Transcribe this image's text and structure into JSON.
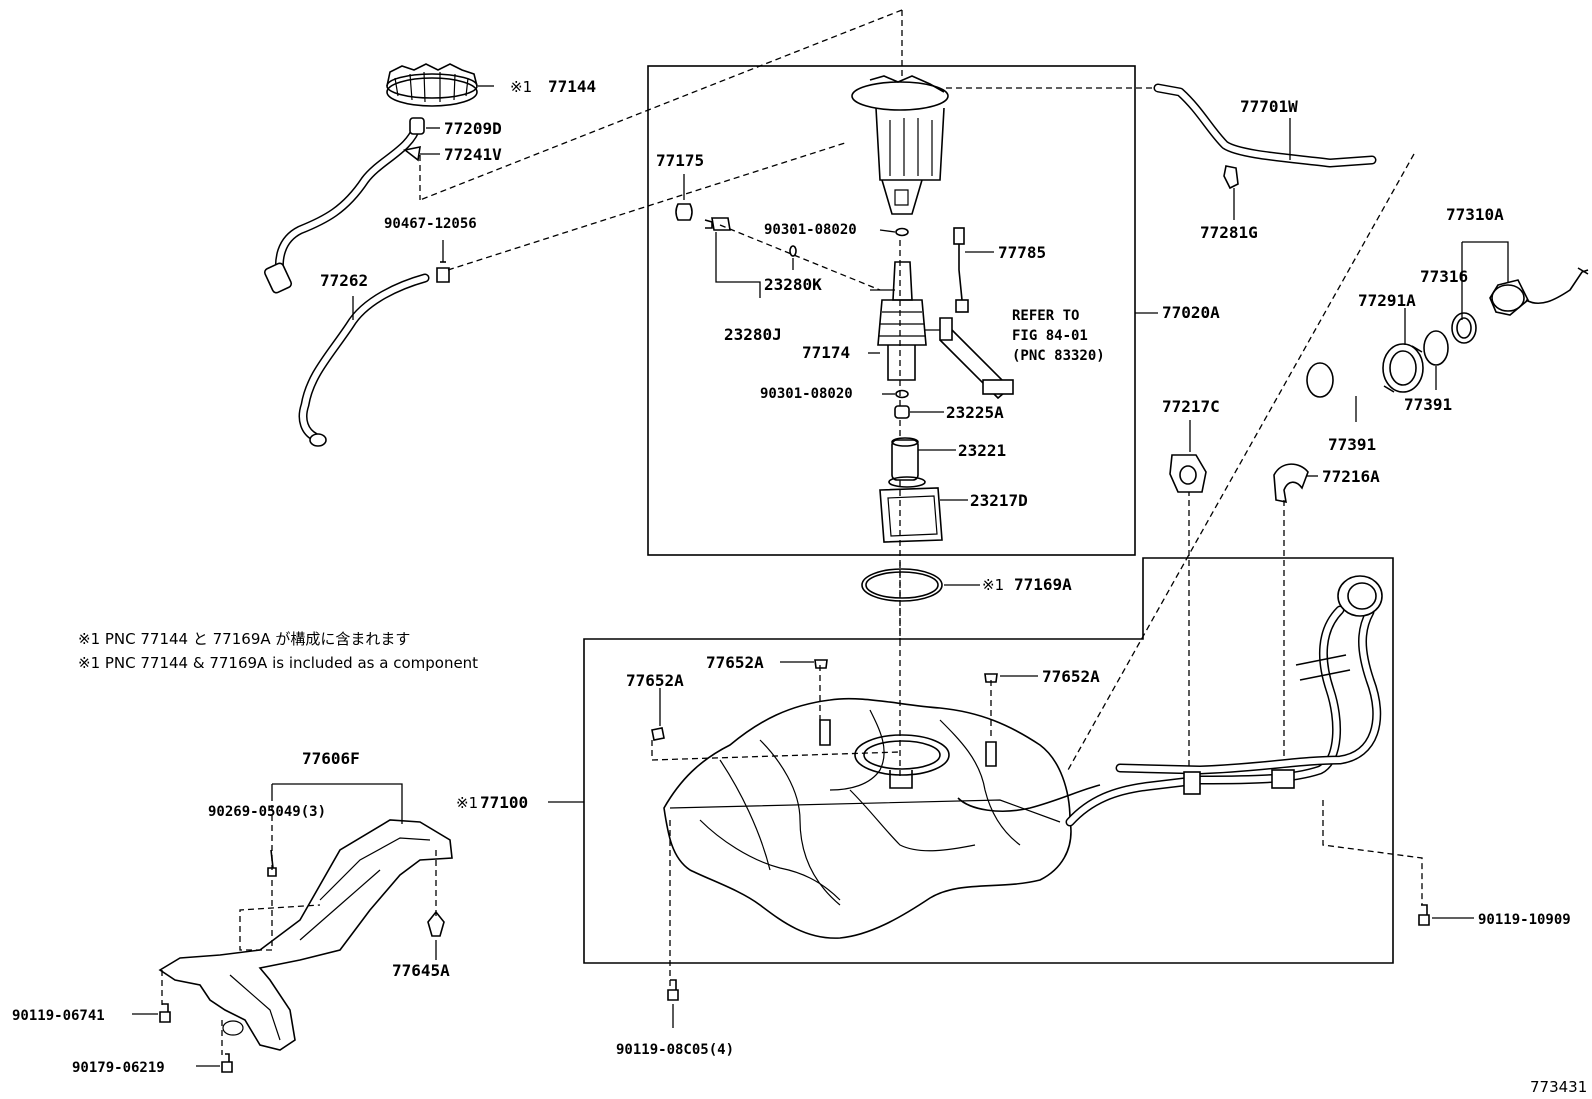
{
  "labels": {
    "p77144": "77144",
    "p77209D": "77209D",
    "p77241V": "77241V",
    "p90467": "90467-12056",
    "p77262": "77262",
    "p77175": "77175",
    "p90301a": "90301-08020",
    "p23280K": "23280K",
    "p23280J": "23280J",
    "p77174": "77174",
    "p90301b": "90301-08020",
    "p23225A": "23225A",
    "p23221": "23221",
    "p23217D": "23217D",
    "p77785": "77785",
    "refer1": "REFER TO",
    "refer2": "FIG 84-01",
    "refer3": "(PNC 83320)",
    "p77020A": "77020A",
    "p77701W": "77701W",
    "p77281G": "77281G",
    "p77310A": "77310A",
    "p77316": "77316",
    "p77291A": "77291A",
    "p77391a": "77391",
    "p77391b": "77391",
    "p77217C": "77217C",
    "p77216A": "77216A",
    "p77169A": "77169A",
    "p77652A_1": "77652A",
    "p77652A_2": "77652A",
    "p77652A_3": "77652A",
    "p77100": "77100",
    "p77606F": "77606F",
    "p90269": "90269-05049(3)",
    "p77645A": "77645A",
    "p90119_06741": "90119-06741",
    "p90179": "90179-06219",
    "p90119_08C05": "90119-08C05(4)",
    "p90119_10909": "90119-10909"
  },
  "marks": {
    "star1": "※1",
    "star1b": "※1",
    "star1c": "※1"
  },
  "notes": {
    "line1": "※1 PNC 77144 と 77169A が構成に含まれます",
    "line2": "※1 PNC 77144 & 77169A is included as a component"
  },
  "figure_id": "773431"
}
